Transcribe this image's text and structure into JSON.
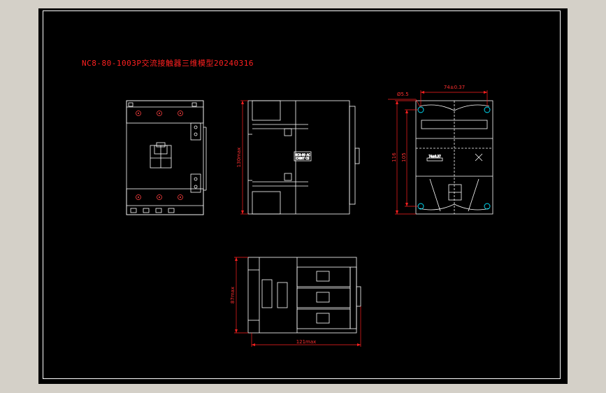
{
  "drawing": {
    "title": "NC8-80-1003P交流接触器三维模型20240316",
    "colors": {
      "background": "#000000",
      "frame": "#ffffff",
      "outline": "#ffffff",
      "dimension": "#ff2020",
      "hole_marker": "#00e5ff",
      "terminal": "#ff4040"
    }
  },
  "dimensions": {
    "side_height": "130max",
    "hole_diameter": "Ø5.5",
    "hole_spacing_horizontal": "74±0.37",
    "total_height": "116",
    "hole_spacing_vertical": "105",
    "top_depth": "87max",
    "top_length": "121max"
  }
}
